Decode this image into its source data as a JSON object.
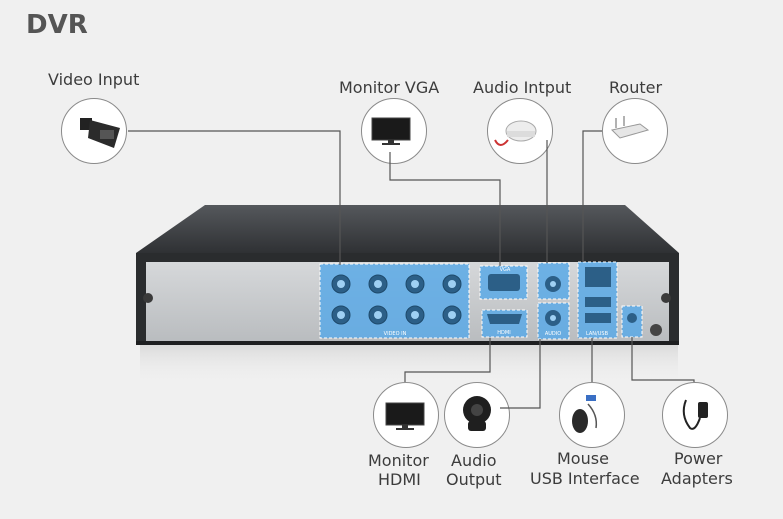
{
  "title": "DVR",
  "labels": {
    "video_input": "Video Input",
    "monitor_vga": "Monitor VGA",
    "audio_input": "Audio Intput",
    "router": "Router",
    "monitor_hdmi_1": "Monitor",
    "monitor_hdmi_2": "HDMI",
    "audio_output_1": "Audio",
    "audio_output_2": "Output",
    "mouse_1": "Mouse",
    "mouse_2": "USB Interface",
    "power_1": "Power",
    "power_2": "Adapters"
  },
  "panel_text": {
    "video_in": "VIDEO IN",
    "vga": "VGA",
    "hdmi": "HDMI",
    "audio": "AUDIO",
    "lan_usb": "LAN/USB"
  },
  "colors": {
    "highlight": "#5aa9e6",
    "highlight_border": "#3d8fcf",
    "chassis_top": "#3e4043",
    "panel": "#c8cacc"
  },
  "icons": [
    "camera-icon",
    "monitor-icon",
    "microphone-icon",
    "router-icon",
    "speaker-icon",
    "mouse-icon",
    "power-adapter-icon"
  ]
}
